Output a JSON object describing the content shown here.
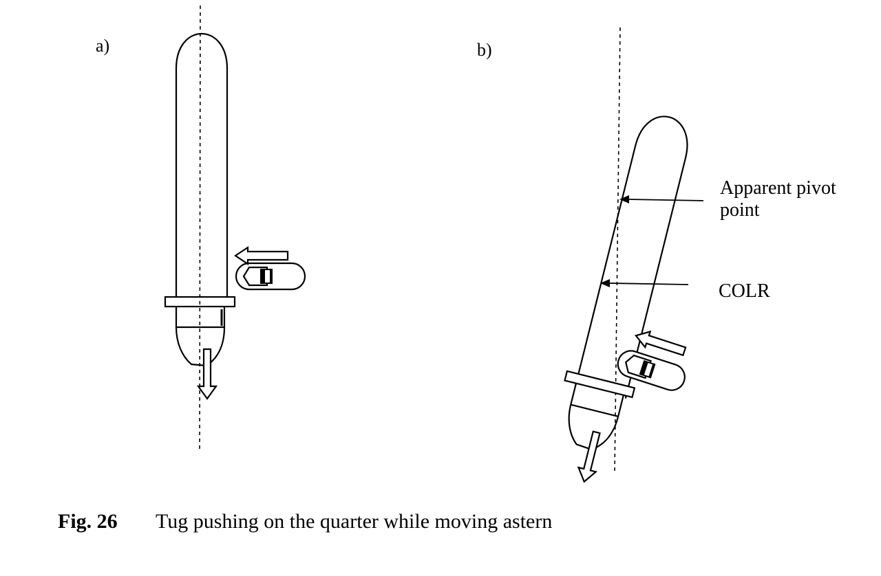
{
  "panels": {
    "a": {
      "label": "a)"
    },
    "b": {
      "label": "b)"
    }
  },
  "annotations": {
    "pivot_line1": "Apparent pivot",
    "pivot_line2": "point",
    "colr": "COLR"
  },
  "caption": {
    "number": "Fig. 26",
    "text": "Tug pushing on the quarter while moving astern"
  },
  "colors": {
    "ink": "#000000",
    "paper": "#ffffff"
  }
}
